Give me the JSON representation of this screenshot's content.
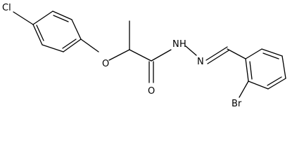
{
  "molecule": {
    "atoms": {
      "cl": "Cl",
      "o_ether": "O",
      "o_carbonyl": "O",
      "n_hydrazide": "N",
      "h_hydrazide": "H",
      "n_imine": "N",
      "br": "Br"
    }
  }
}
